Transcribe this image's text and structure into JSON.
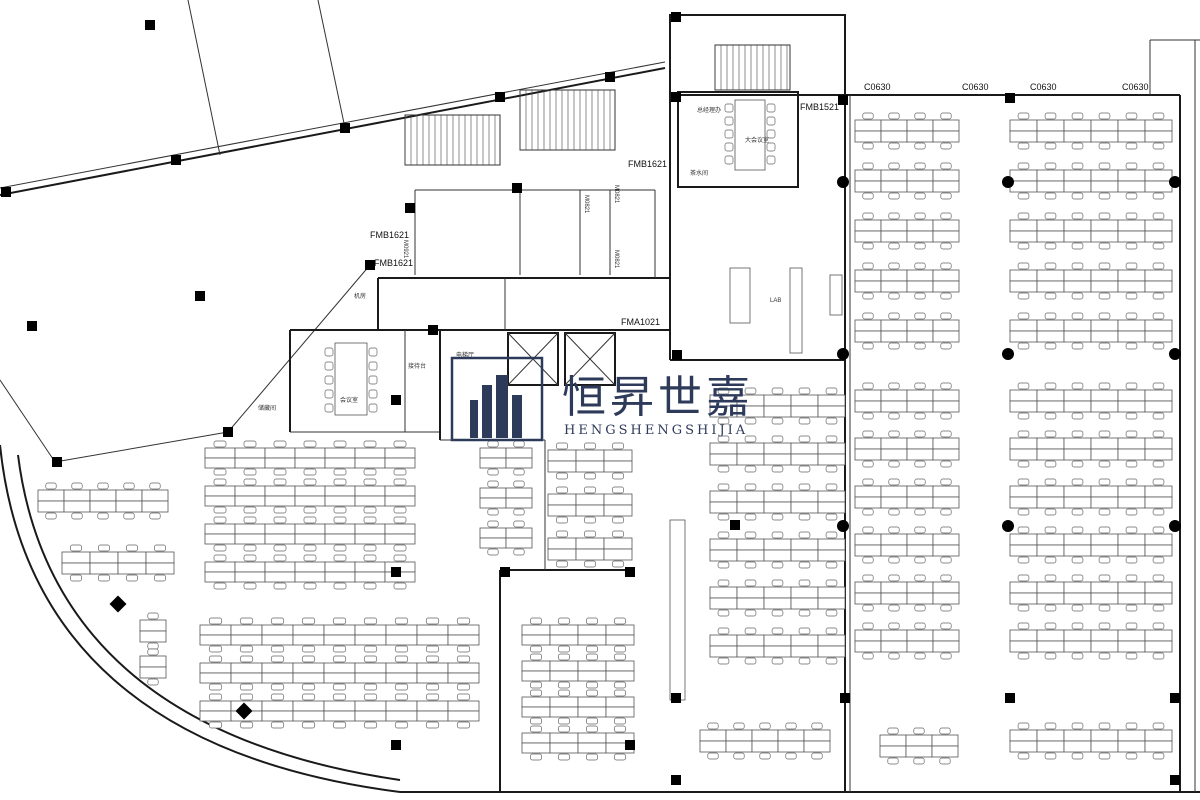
{
  "watermark": {
    "chinese": "恒昇世嘉",
    "latin": "HENGSHENGSHIJIA"
  },
  "door_labels": {
    "fmb1521": "FMB1521",
    "fmb1621_top": "FMB1621",
    "fmb1621_left_a": "FMB1621",
    "fmb1621_left_b": "FMB1621",
    "fma1021": "FMA1021",
    "m0921": "M0921",
    "m0821_a": "M0821",
    "m0821_b": "M0821",
    "m0821_c": "M0821"
  },
  "window_labels": [
    "C0630",
    "C0630",
    "C0630",
    "C0630"
  ],
  "room_labels": {
    "meeting_room": "会议室",
    "reception": "接待台",
    "storage": "储藏间",
    "machine_room": "机房",
    "manager_office": "总经理办",
    "large_meeting": "大会议室",
    "pantry": "茶水间",
    "elevator_hall": "电梯厅",
    "lab": "LAB"
  },
  "colors": {
    "line": "#1a1a1a",
    "watermark": "#2d3a5a"
  }
}
